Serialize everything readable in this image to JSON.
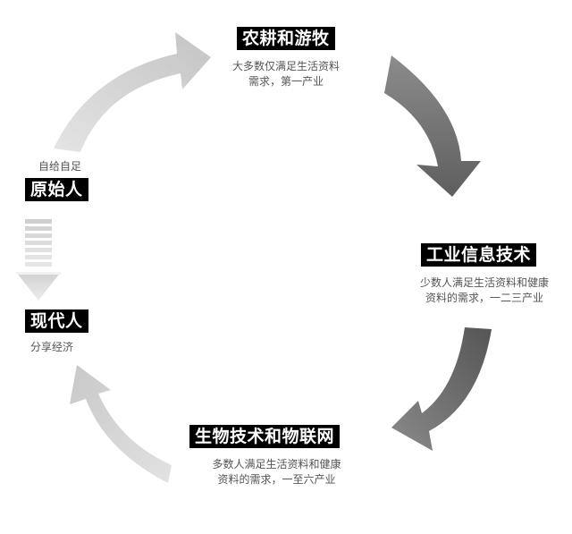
{
  "nodes": {
    "agriculture": {
      "title": "农耕和游牧",
      "desc": [
        "大多数仅满足生活资料",
        "需求，第一产业"
      ]
    },
    "industry": {
      "title": "工业信息技术",
      "desc": [
        "少数人满足生活资料和健康",
        "资料的需求，一二三产业"
      ]
    },
    "biotech": {
      "title": "生物技术和物联网",
      "desc": [
        "多数人满足生活资料和健康",
        "资料的需求，一至六产业"
      ]
    },
    "modern": {
      "title": "现代人",
      "desc": "分享经济"
    },
    "primitive": {
      "title": "原始人",
      "desc": "自给自足"
    }
  },
  "colors": {
    "label_bg": "#000000",
    "label_text": "#ffffff",
    "arrow_dark": "#6e6e6e",
    "arrow_light": "#d6d6d6",
    "text_gray": "#555555"
  },
  "icons": [
    "curved-arrow-dark",
    "curved-arrow-light",
    "striped-down-arrow"
  ]
}
